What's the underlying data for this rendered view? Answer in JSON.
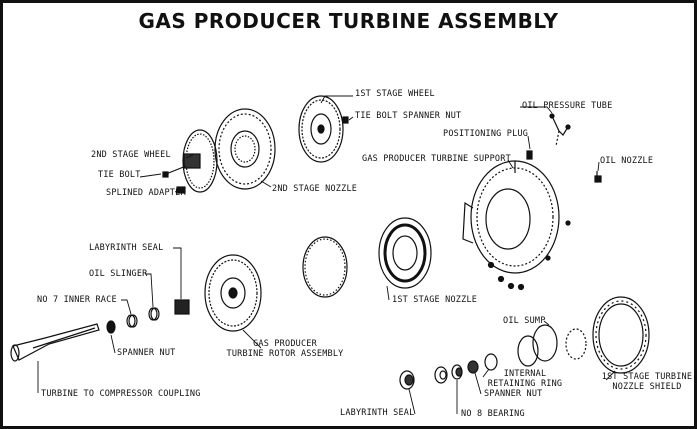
{
  "title": "GAS PRODUCER TURBINE ASSEMBLY",
  "labels": {
    "first_stage_wheel": "1ST STAGE WHEEL",
    "tie_bolt_spanner_nut": "TIE BOLT SPANNER NUT",
    "oil_pressure_tube": "OIL PRESSURE TUBE",
    "positioning_plug": "POSITIONING PLUG",
    "gp_turbine_support": "GAS PRODUCER TURBINE SUPPORT",
    "oil_nozzle": "OIL NOZZLE",
    "second_stage_wheel": "2ND STAGE WHEEL",
    "tie_bolt": "TIE BOLT",
    "splined_adapter": "SPLINED ADAPTER",
    "second_stage_nozzle": "2ND STAGE NOZZLE",
    "labyrinth_seal_top": "LABYRINTH SEAL",
    "oil_slinger": "OIL SLINGER",
    "no7_inner_race": "NO 7 INNER RACE",
    "first_stage_nozzle": "1ST STAGE NOZZLE",
    "spanner_nut_left": "SPANNER NUT",
    "gp_rotor_line1": "GAS PRODUCER",
    "gp_rotor_line2": "TURBINE ROTOR ASSEMBLY",
    "oil_sump": "OIL SUMP",
    "internal_rr_line1": "INTERNAL",
    "internal_rr_line2": "RETAINING RING",
    "spanner_nut_right": "SPANNER NUT",
    "shield_line1": "1ST STAGE TURBINE",
    "shield_line2": "NOZZLE SHIELD",
    "coupling": "TURBINE TO COMPRESSOR COUPLING",
    "labyrinth_seal_bottom": "LABYRINTH SEAL",
    "no8_bearing": "NO 8 BEARING"
  }
}
